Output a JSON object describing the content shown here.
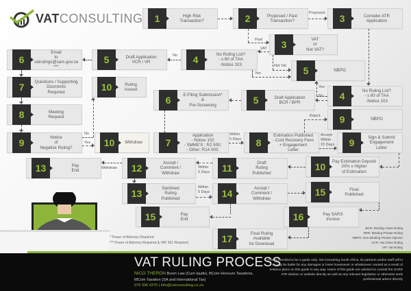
{
  "logo": {
    "part1": "VAT",
    "part2": "CONSULTING",
    "check_color": "#8db53a"
  },
  "boxes": [
    {
      "id": "b1",
      "num": "1",
      "label": "High Risk\nTransaction?"
    },
    {
      "id": "b2",
      "num": "2",
      "label": "Proposed / Past\nTransaction?"
    },
    {
      "id": "b3a",
      "num": "3",
      "label": "Consider ATR\nApplication"
    },
    {
      "id": "b3b",
      "num": "3",
      "label": "VAT\nor\nNot VAT?"
    },
    {
      "id": "b4a",
      "num": "4",
      "label": "No Ruling List?\n- s 80 of TAA\n-Notice 103"
    },
    {
      "id": "b5a",
      "num": "5",
      "label": "Draft Application\nVCR / VR"
    },
    {
      "id": "b6a",
      "num": "6",
      "label": "Email\nto\nvatrulings@sars.gov.za ***"
    },
    {
      "id": "b5b",
      "num": "5",
      "label": "NBPO"
    },
    {
      "id": "b7a",
      "num": "7",
      "label": "Questions / Supporting\nDocments\nRequired"
    },
    {
      "id": "b10a",
      "num": "10",
      "label": "Ruling\nIssued"
    },
    {
      "id": "b4b",
      "num": "4",
      "label": "No Ruling List?\n- s 80 of TAA\n-Notice 103"
    },
    {
      "id": "b6b",
      "num": "6",
      "label": "E-Filing Submission*\n&\nPre-Screening"
    },
    {
      "id": "b5c",
      "num": "5",
      "label": "Draft Application\nBCR / BPR"
    },
    {
      "id": "b8a",
      "num": "8",
      "label": "Meeting\nRequest"
    },
    {
      "id": "b9a",
      "num": "9",
      "label": "NBPO"
    },
    {
      "id": "b9b",
      "num": "9",
      "label": "Notice\nof\nNegative Ruling?"
    },
    {
      "id": "b10b",
      "num": "10",
      "label": "Withdraw"
    },
    {
      "id": "b7b",
      "num": "7",
      "label": "Application\n- Notice 102\n- SMME'S : R2 500;\n- Other: R14 000;"
    },
    {
      "id": "b8b",
      "num": "8",
      "label": "Estimation Published\n- Cost Recovery Fees\n+ Engagement\nLetter"
    },
    {
      "id": "b9c",
      "num": "9",
      "label": "Sign & Submit\nEngagement\nLetter"
    },
    {
      "id": "b13a",
      "num": "13",
      "label": "Pay\nEnd"
    },
    {
      "id": "b12",
      "num": "12",
      "label": "Accept /\nComment /\nWithdraw"
    },
    {
      "id": "b11",
      "num": "11",
      "label": "Draft\nRuling\nPublished"
    },
    {
      "id": "b10c",
      "num": "10",
      "label": "Pay Estimation Deposit\n20% x Higher\nof Estimation"
    },
    {
      "id": "b13b",
      "num": "13",
      "label": "Sanitised\nRuling\nPublished"
    },
    {
      "id": "b14",
      "num": "14",
      "label": "Accept /\nComment /\nWithdraw"
    },
    {
      "id": "b15a",
      "num": "15",
      "label": "Final\nPublished"
    },
    {
      "id": "b15b",
      "num": "15",
      "label": "Pay\nEnd"
    },
    {
      "id": "b16",
      "num": "16",
      "label": "Pay SARS\nInvoice"
    },
    {
      "id": "b17",
      "num": "17",
      "label": "Final Ruling\nAvailable\nfor Download"
    }
  ],
  "connector_labels": {
    "proposed": "Proposed",
    "past": "Past",
    "vat": "VAT",
    "not_vat": "Not Vat",
    "no1": "No",
    "yes1": "Yes",
    "yes2": "Yes",
    "no2": "No",
    "no3": "No",
    "yes3": "Yes",
    "reject": "Reject",
    "within5a": "Within\n5 Days",
    "accept15": "Accept\nWithin\n15 Days",
    "withdraw": "Withdraw",
    "within5b": "Within\n5 Days",
    "within5c": "Within\n5 Days"
  },
  "notes": {
    "poa": "* Power of Attorney Required",
    "poa_vat301": "*** Power of Attorney Required & VAT 301 Required"
  },
  "abbreviations": [
    "BCR: Binding Class Ruling",
    "BPR: Binding Private Ruling",
    "NBPO: Non-Binding Private Opinion",
    "VCR: Vat Class Ruling",
    "VR: Vat Ruling"
  ],
  "footer": {
    "title": "VAT RULING PROCESS",
    "author_name": "NICO THERON",
    "author_quals_1": " Bcom Law (Cum laude), BCom Honours Taxations,",
    "author_quals_2": "MCom Taxation (SA and International Tax)",
    "contact": "076 396 4375 | info@vatconsulting.co.za",
    "disclaimer": "This is intended to be a guide only. Vat Consulting South Africa, its partners and/or staff will in no way be liable for any damages or loses howsoever or whatsoever caused as a result of reliance place on this guide in any way. Users of this guide are advised to consult the SARS ATR division or website directly as well as any relevant legislation or otherwise seek professional advice directly"
  },
  "colors": {
    "accent_green": "#9bc23c",
    "number_bg": "#2e2e2e",
    "box_bg": "#e8e8e8",
    "footer_bg": "#0b0b0b"
  }
}
